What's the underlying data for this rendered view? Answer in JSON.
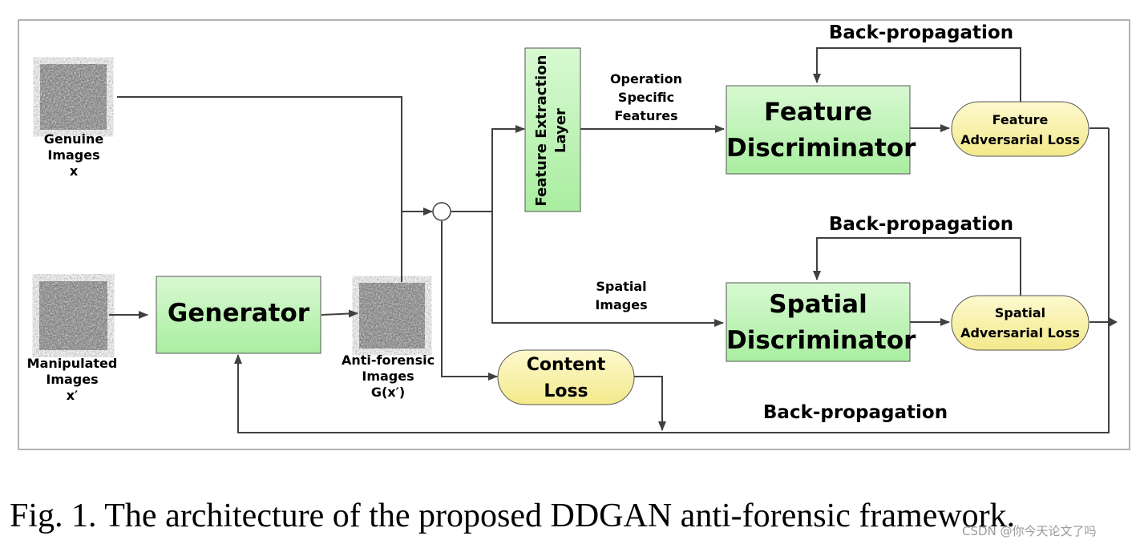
{
  "inputs": {
    "genuine": {
      "line1": "Genuine",
      "line2": "Images",
      "line3": "x"
    },
    "manipulated": {
      "line1": "Manipulated",
      "line2": "Images",
      "line3": "x′"
    },
    "antiforensic": {
      "line1": "Anti-forensic",
      "line2": "Images",
      "line3": "G(x′)"
    }
  },
  "blocks": {
    "generator": "Generator",
    "feature_extraction_line1": "Feature Extraction",
    "feature_extraction_line2": "Layer",
    "feature_disc_line1": "Feature",
    "feature_disc_line2": "Discriminator",
    "spatial_disc_line1": "Spatial",
    "spatial_disc_line2": "Discriminator",
    "content_loss_line1": "Content",
    "content_loss_line2": "Loss",
    "feature_adv_line1": "Feature",
    "feature_adv_line2": "Adversarial Loss",
    "spatial_adv_line1": "Spatial",
    "spatial_adv_line2": "Adversarial Loss"
  },
  "edge_labels": {
    "operation_line1": "Operation",
    "operation_line2": "Specific",
    "operation_line3": "Features",
    "spatial_line1": "Spatial",
    "spatial_line2": "Images",
    "backprop_top": "Back-propagation",
    "backprop_middle": "Back-propagation",
    "backprop_bottom": "Back-propagation"
  },
  "colors": {
    "block_fill": "#c9f5c4",
    "loss_fill": "#fbf5b0",
    "line": "#404040"
  },
  "caption": "Fig. 1.   The architecture of the proposed DDGAN anti-forensic framework.",
  "watermark": "CSDN @你今天论文了吗"
}
